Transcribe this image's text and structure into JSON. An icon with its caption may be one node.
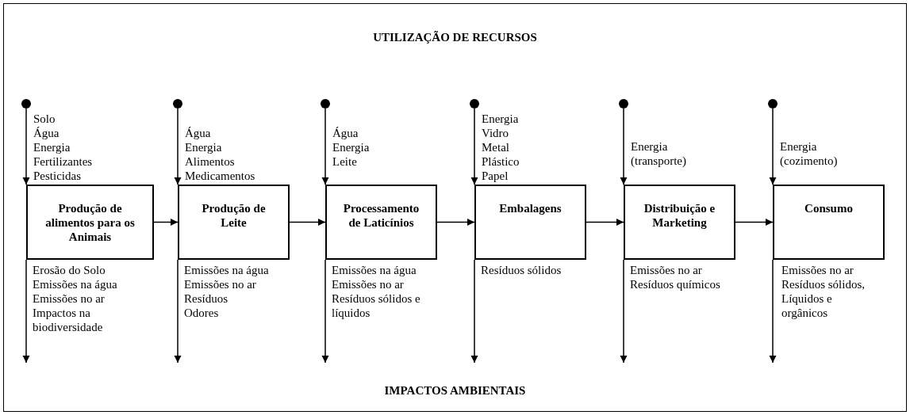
{
  "diagram": {
    "title": "UTILIZAÇÃO DE RECURSOS",
    "nodes": [
      {
        "text": [],
        "shape": "circle"
      },
      {
        "text": [],
        "shape": "circle"
      },
      {
        "text": [],
        "shape": "circle"
      },
      {
        "text": [],
        "shape": "circle"
      },
      {
        "text": [],
        "shape": "circle"
      },
      {
        "text": [],
        "shape": "circle"
      },
      {
        "text": [
          "Produção de alimentos para os Animais"
        ],
        "beside": [
          "Solo",
          "Água",
          "Energia",
          "Fertilizantes",
          "Pesticidas",
          "Erosão do Solo",
          "Emissões na água",
          "Emissões no ar",
          "Impactos na biodiversidade"
        ]
      },
      {
        "text": [
          "Produção de Leite"
        ],
        "beside": [
          "Água",
          "Energia",
          "Alimentos",
          "Medicamentos",
          "Emissões na água",
          "Emissões no ar",
          "Resíduos",
          "Odores"
        ]
      },
      {
        "text": [
          "Processamento de Laticínios"
        ],
        "beside": [
          "Água",
          "Energia",
          "Leite",
          "Emissões na água",
          "Emissões no ar",
          "Resíduos sólidos e líquidos"
        ]
      },
      {
        "text": [
          "Embalagens"
        ],
        "beside": [
          "Energia",
          "Vidro",
          "Metal",
          "Plástico",
          "Papel",
          "Resíduos sólidos"
        ]
      },
      {
        "text": [
          "Distribuição e Marketing"
        ],
        "beside": [
          "Energia (transporte)",
          "Emissões no ar",
          "Resíduos químicos"
        ]
      },
      {
        "text": [
          "Consumo"
        ],
        "beside": [
          "Energia (cozimento)",
          "Emissões no ar",
          "Resíduos sólidos, Líquidos e orgânicos"
        ]
      }
    ],
    "edges": [
      {
        "from": 0,
        "to": 6,
        "arrow": "to"
      },
      {
        "from": 1,
        "to": 7,
        "arrow": "to"
      },
      {
        "from": 2,
        "to": 8,
        "arrow": "to"
      },
      {
        "from": 3,
        "to": 9,
        "arrow": "to"
      },
      {
        "from": 4,
        "to": 10,
        "arrow": "to"
      },
      {
        "from": 5,
        "to": 11,
        "arrow": "to"
      },
      {
        "from": 6,
        "to": 7,
        "arrow": "to"
      },
      {
        "from": 7,
        "to": 8,
        "arrow": "to"
      },
      {
        "from": 8,
        "to": 9,
        "arrow": "to"
      },
      {
        "from": 9,
        "to": 10,
        "arrow": "to"
      },
      {
        "from": 10,
        "to": 11,
        "arrow": "to"
      },
      {
        "from": 6,
        "to": null,
        "arrow": "to"
      },
      {
        "from": 7,
        "to": null,
        "arrow": "to"
      },
      {
        "from": 8,
        "to": null,
        "arrow": "to"
      },
      {
        "from": 9,
        "to": null,
        "arrow": "to"
      },
      {
        "from": 10,
        "to": null,
        "arrow": "to"
      },
      {
        "from": 11,
        "to": null,
        "arrow": "to"
      }
    ],
    "labels": [
      "IMPACTOS AMBIENTAIS"
    ]
  }
}
